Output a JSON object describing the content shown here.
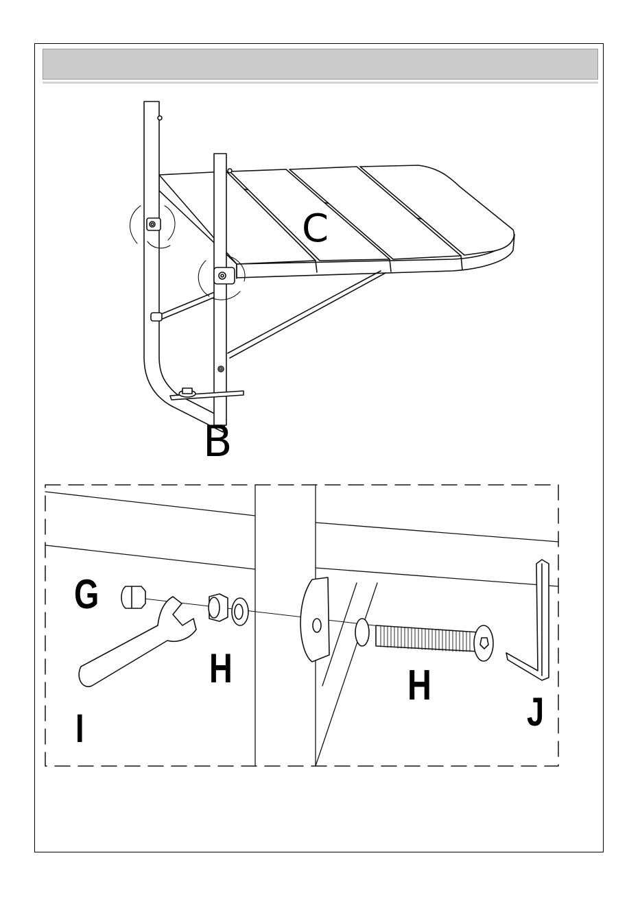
{
  "diagram": {
    "top": {
      "label_seat": "C",
      "label_frame": "B"
    },
    "detail": {
      "label_cap_nut": "G",
      "label_nut_washer": "H",
      "label_bolt": "H",
      "label_wrench": "I",
      "label_hex_key": "J"
    }
  }
}
